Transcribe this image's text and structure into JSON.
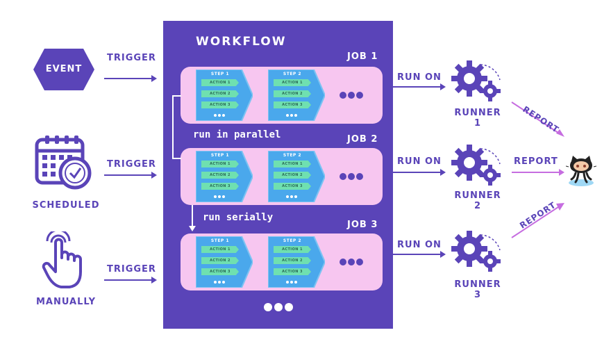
{
  "triggers": [
    {
      "name": "EVENT",
      "arrow_label": "TRIGGER"
    },
    {
      "name": "SCHEDULED",
      "arrow_label": "TRIGGER"
    },
    {
      "name": "MANUALLY",
      "arrow_label": "TRIGGER"
    }
  ],
  "workflow": {
    "title": "WORKFLOW",
    "parallel_note": "run in parallel",
    "serial_note": "run serially",
    "jobs": [
      {
        "name": "JOB 1",
        "steps": [
          {
            "title": "STEP 1",
            "actions": [
              "ACTION 1",
              "ACTION 2",
              "ACTION 3"
            ]
          },
          {
            "title": "STEP 2",
            "actions": [
              "ACTION 1",
              "ACTION 2",
              "ACTION 3"
            ]
          }
        ]
      },
      {
        "name": "JOB 2",
        "steps": [
          {
            "title": "STEP 1",
            "actions": [
              "ACTION 1",
              "ACTION 2",
              "ACTION 3"
            ]
          },
          {
            "title": "STEP 2",
            "actions": [
              "ACTION 1",
              "ACTION 2",
              "ACTION 3"
            ]
          }
        ]
      },
      {
        "name": "JOB 3",
        "steps": [
          {
            "title": "STEP 1",
            "actions": [
              "ACTION 1",
              "ACTION 2",
              "ACTION 3"
            ]
          },
          {
            "title": "STEP 2",
            "actions": [
              "ACTION 1",
              "ACTION 2",
              "ACTION 3"
            ]
          }
        ]
      }
    ]
  },
  "runners": [
    {
      "name": "RUNNER 1",
      "run_on_label": "RUN ON",
      "report_label": "REPORT"
    },
    {
      "name": "RUNNER 2",
      "run_on_label": "RUN ON",
      "report_label": "REPORT"
    },
    {
      "name": "RUNNER 3",
      "run_on_label": "RUN ON",
      "report_label": "REPORT"
    }
  ],
  "colors": {
    "primary": "#5a44b8",
    "workflow_bg": "#5a44b8",
    "job_bg": "#f7c6f0",
    "step_bg": "#4aa8ec",
    "action_bg": "#6fe0b0",
    "arrow": "#5a44b8",
    "report_arrow": "#c66de0"
  },
  "icons": {
    "event": "hexagon-icon",
    "scheduled": "calendar-clock-icon",
    "manually": "hand-pointer-icon",
    "runner": "gears-icon",
    "destination": "octocat-icon"
  }
}
